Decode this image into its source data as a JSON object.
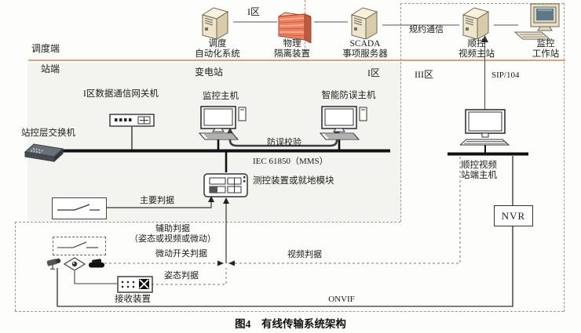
{
  "caption": "图4　有线传输系统架构",
  "zones": {
    "dispatch_side": "调度端",
    "station_side": "站端",
    "substation": "变电站",
    "zone1_top": "I区",
    "zone1_station": "I区",
    "zone3": "III区"
  },
  "nodes": {
    "dispatch_automation": {
      "l1": "调度",
      "l2": "自动化系统"
    },
    "physical_isolation": {
      "l1": "物理",
      "l2": "隔离装置"
    },
    "scada_server": {
      "l1": "SCADA",
      "l2": "事项服务器"
    },
    "seq_video_master": {
      "l1": "顺控",
      "l2": "视频主站"
    },
    "monitor_workstation": {
      "l1": "监控",
      "l2": "工作站"
    },
    "gateway": "I区数据通信网关机",
    "monitor_host": "监控主机",
    "anti_error_host": "智能防误主机",
    "station_switch": "站控层交换机",
    "measure_control": "测控装置或就地模块",
    "seq_video_station_host": {
      "l1": "顺控视频",
      "l2": "站端主机"
    },
    "nvr": "NVR",
    "receiver": "接收装置"
  },
  "links": {
    "protocol_comm": "规约通信",
    "sip104": "SIP/104",
    "anti_error_check": "防误校验",
    "iec61850": "IEC 61850（MMS）",
    "main_criterion": "主要判据",
    "aux_criterion_l1": "辅助判据",
    "aux_criterion_l2": "（姿态或视频或微动）",
    "micro_switch_criterion": "微动开关判据",
    "video_criterion": "视频判据",
    "attitude_criterion": "姿态判据",
    "onvif": "ONVIF"
  },
  "colors": {
    "zone_divider": "#d8a27c",
    "firewall_front": "#ee8160",
    "server_body": "#efe6cd",
    "bus": "#111111"
  }
}
